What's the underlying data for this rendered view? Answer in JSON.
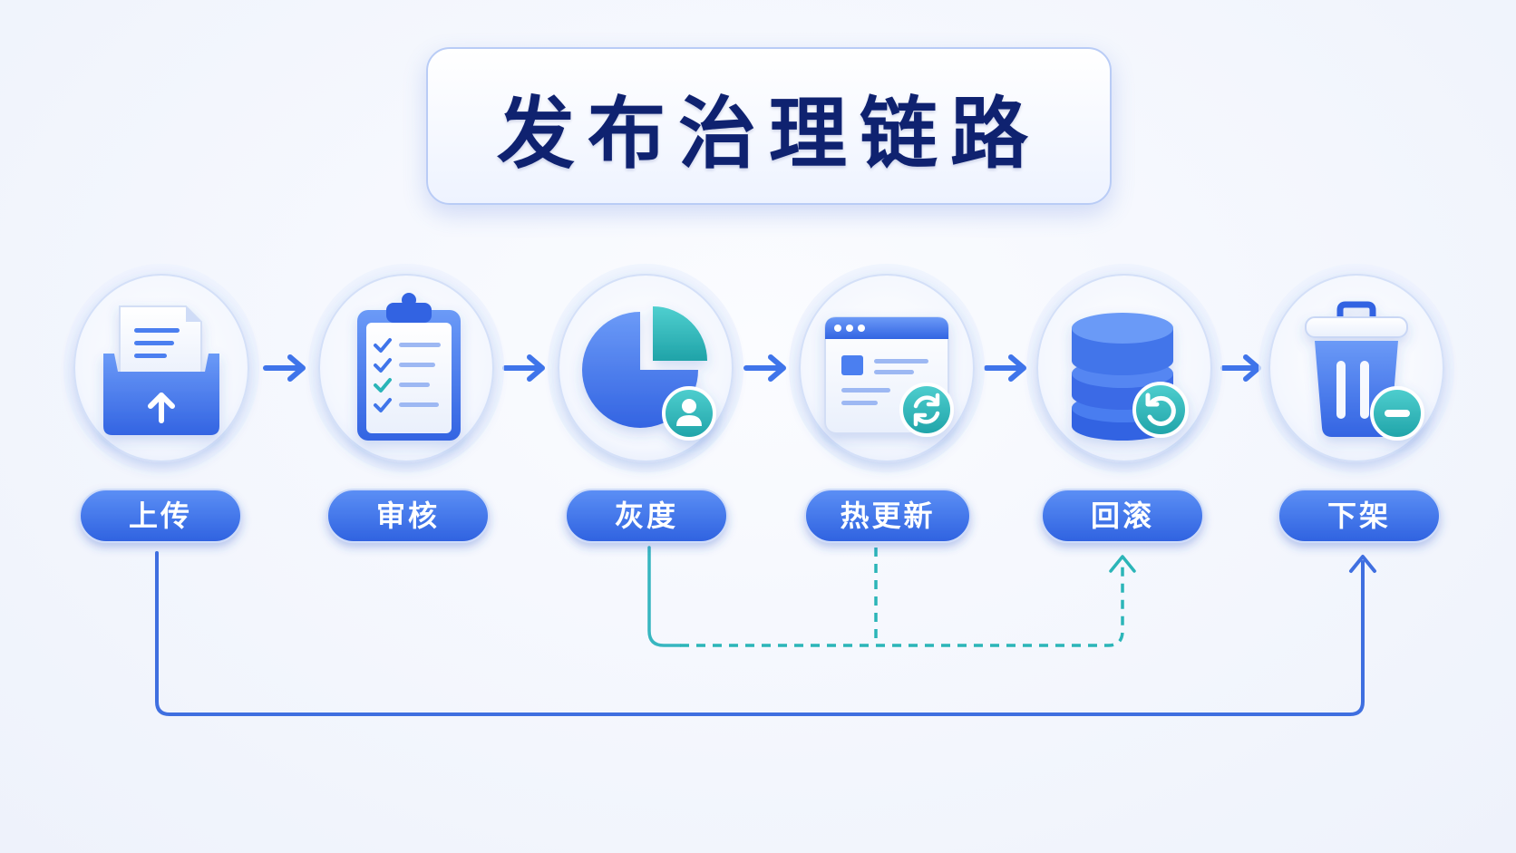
{
  "title": "发布治理链路",
  "steps": [
    {
      "label": "上传",
      "icon": "upload-box-icon"
    },
    {
      "label": "审核",
      "icon": "clipboard-checklist-icon"
    },
    {
      "label": "灰度",
      "icon": "pie-chart-user-icon"
    },
    {
      "label": "热更新",
      "icon": "browser-refresh-icon"
    },
    {
      "label": "回滚",
      "icon": "database-rollback-icon"
    },
    {
      "label": "下架",
      "icon": "trash-remove-icon"
    }
  ],
  "colors": {
    "primary_blue": "#3f74ea",
    "teal": "#2bb5b8",
    "title_text": "#0f2270",
    "line_blue": "#3f6fe0"
  }
}
